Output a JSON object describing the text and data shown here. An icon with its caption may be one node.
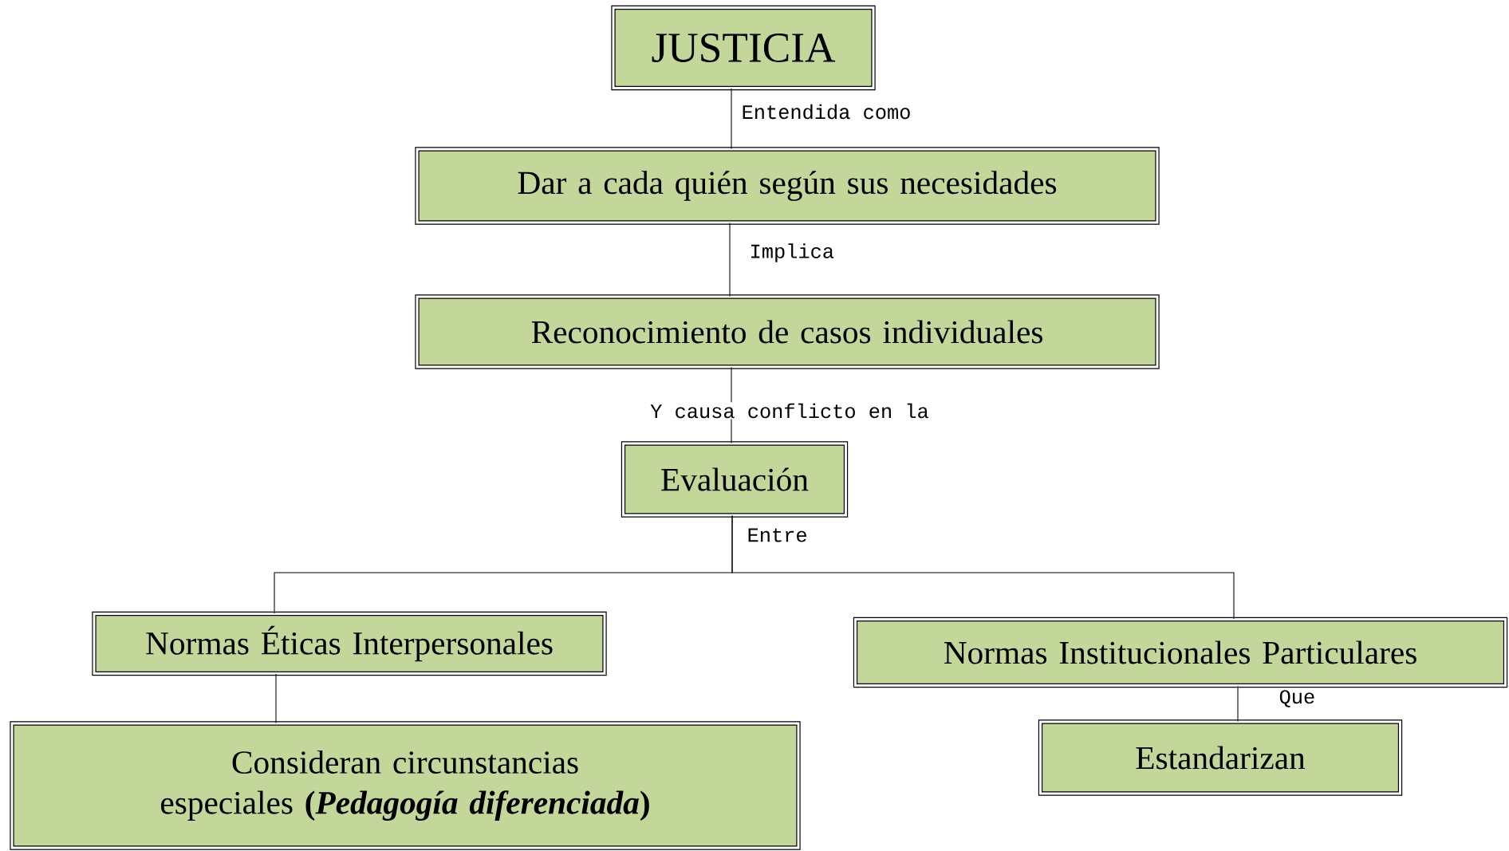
{
  "diagram": {
    "nodes": [
      {
        "text": [
          "JUSTICIA"
        ]
      },
      {
        "text": [
          "Dar a cada quién según sus necesidades"
        ]
      },
      {
        "text": [
          "Reconocimiento de casos individuales"
        ]
      },
      {
        "text": [
          "Evaluación"
        ]
      },
      {
        "text": [
          "Normas Éticas Interpersonales"
        ]
      },
      {
        "text": [
          "Normas Institucionales Particulares"
        ]
      },
      {
        "text": [
          "Consideran circunstancias especiales **(*Pedagogía diferenciada*)**"
        ]
      },
      {
        "text": [
          "Estandarizan"
        ]
      }
    ],
    "edges": [
      {
        "from": 0,
        "to": 1,
        "arrow": "none",
        "label": "Entendida como"
      },
      {
        "from": 1,
        "to": 2,
        "arrow": "none",
        "label": "Implica"
      },
      {
        "from": 2,
        "to": 3,
        "arrow": "none",
        "label": "Y causa conflicto en la"
      },
      {
        "from": 3,
        "to": 4,
        "arrow": "none",
        "label": "Entre"
      },
      {
        "from": 3,
        "to": 5,
        "arrow": "none"
      },
      {
        "from": 4,
        "to": 6,
        "arrow": "none"
      },
      {
        "from": 5,
        "to": 7,
        "arrow": "none",
        "label": "Que"
      }
    ]
  }
}
